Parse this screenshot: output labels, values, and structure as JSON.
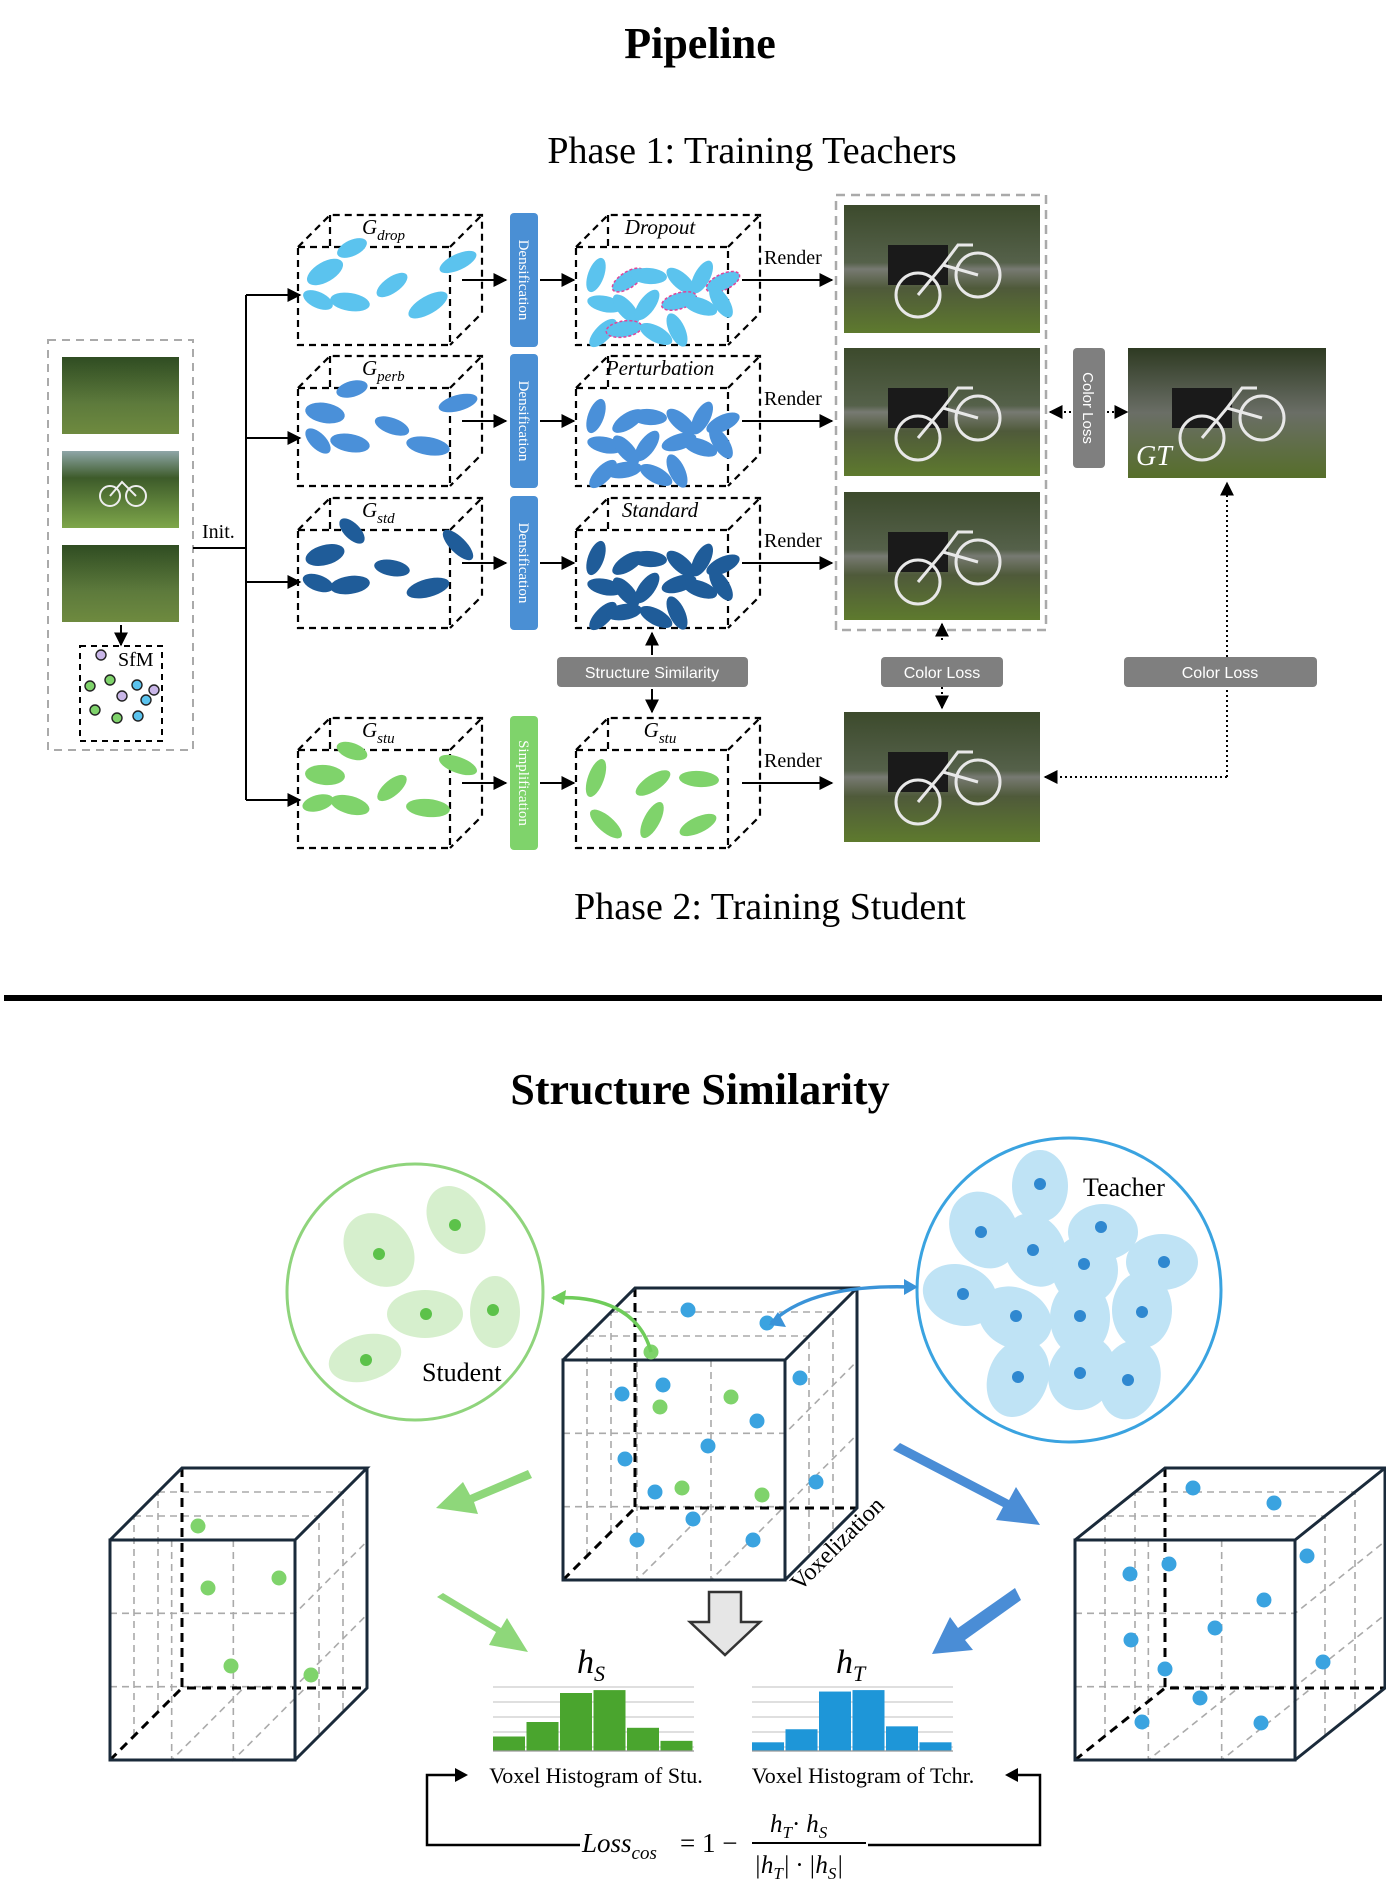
{
  "pipeline": {
    "title": "Pipeline",
    "phase1_title": "Phase 1: Training Teachers",
    "phase2_title": "Phase 2: Training Student",
    "init_label": "Init.",
    "sfm_label": "SfM",
    "rows": [
      {
        "g_base": "G",
        "g_sub": "drop",
        "process": "Densification",
        "process_color": "#4a8fd4",
        "result_label": "Dropout",
        "ellipse_color": "#5bc3ee",
        "render_label": "Render"
      },
      {
        "g_base": "G",
        "g_sub": "perb",
        "process": "Densification",
        "process_color": "#4a8fd4",
        "result_label": "Perturbation",
        "ellipse_color": "#4a90d9",
        "render_label": "Render"
      },
      {
        "g_base": "G",
        "g_sub": "std",
        "process": "Densification",
        "process_color": "#4a8fd4",
        "result_label": "Standard",
        "ellipse_color": "#1f5c99",
        "render_label": "Render"
      },
      {
        "g_base": "G",
        "g_sub": "stu",
        "process": "Simplification",
        "process_color": "#7fd36b",
        "result_base": "G",
        "result_sub": "stu",
        "ellipse_color": "#7fd36b",
        "render_label": "Render"
      }
    ],
    "color_loss_vertical": "Color Loss",
    "gt_label": "GT",
    "structure_similarity_button": "Structure Similarity",
    "color_loss_1": "Color Loss",
    "color_loss_2": "Color Loss"
  },
  "structure_similarity": {
    "title": "Structure Similarity",
    "student_label": "Student",
    "teacher_label": "Teacher",
    "voxelization_label": "Voxelization",
    "hs_base": "h",
    "hs_sub": "S",
    "ht_base": "h",
    "ht_sub": "T",
    "hist_stu_label": "Voxel Histogram of Stu.",
    "hist_tchr_label": "Voxel Histogram of Tchr.",
    "hist_stu": [
      1,
      2,
      4,
      4.2,
      1.6,
      0.7
    ],
    "hist_tchr": [
      0.6,
      1.5,
      4.1,
      4.2,
      1.7,
      0.6
    ],
    "hist_stu_color": "#4aa52e",
    "hist_tchr_color": "#1e96d8",
    "loss_formula": {
      "loss": "Loss",
      "loss_sub": "cos",
      "equals_one_minus": "= 1 −",
      "num_h1": "h",
      "num_s1": "T",
      "dot": "·",
      "num_h2": "h",
      "num_s2": "S",
      "den": "|h",
      "den_s1": "T",
      "den_mid": "| · |h",
      "den_s2": "S",
      "den_end": "|"
    },
    "student_color": "#7fd36b",
    "teacher_color": "#3aa3e0"
  }
}
